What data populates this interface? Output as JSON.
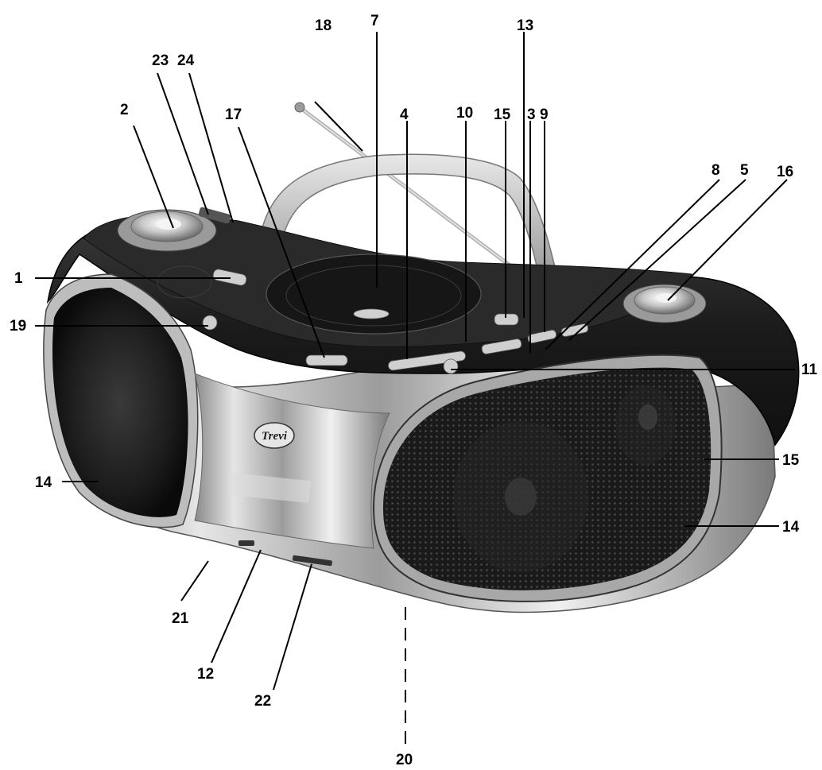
{
  "figure": {
    "subject": "portable CD boombox",
    "brand_logo": "Trevi",
    "tone": "grayscale photograph",
    "colors": {
      "background": "#ffffff",
      "body_dark": "#1e1e1e",
      "chrome": "#cfcfcf",
      "label_ink": "#000000"
    }
  },
  "callouts": {
    "c1": "1",
    "c2": "2",
    "c3": "3",
    "c4": "4",
    "c5": "5",
    "c7": "7",
    "c8": "8",
    "c9": "9",
    "c10": "10",
    "c11": "11",
    "c12": "12",
    "c13": "13",
    "c14_left": "14",
    "c14_right": "14",
    "c15_top": "15",
    "c15_right": "15",
    "c16": "16",
    "c17": "17",
    "c18": "18",
    "c19": "19",
    "c20": "20",
    "c21": "21",
    "c22": "22",
    "c23": "23",
    "c24": "24"
  }
}
